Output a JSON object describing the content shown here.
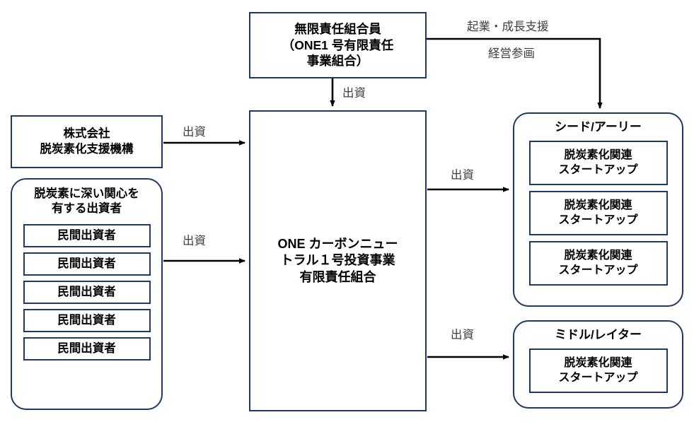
{
  "diagram": {
    "title": "ONE カーボンニュートラル1号投資事業有限責任組合 ファンドスキーム図",
    "border_color": "#203864",
    "label_color": "#404040",
    "background": "#ffffff"
  },
  "nodes": {
    "gp": {
      "line1": "無限責任組合員",
      "line2": "（ONE1 号有限責任",
      "line3": "事業組合）"
    },
    "jicn": {
      "line1": "株式会社",
      "line2": "脱炭素化支援機構"
    },
    "investors_group": {
      "title_line1": "脱炭素に深い関心を",
      "title_line2": "有する出資者",
      "items": [
        {
          "label": "民間出資者"
        },
        {
          "label": "民間出資者"
        },
        {
          "label": "民間出資者"
        },
        {
          "label": "民間出資者"
        },
        {
          "label": "民間出資者"
        }
      ]
    },
    "fund": {
      "line1": "ONE カーボンニュー",
      "line2": "トラル１号投資事業",
      "line3": "有限責任組合"
    },
    "seed_group": {
      "title": "シード/アーリー",
      "items": [
        {
          "line1": "脱炭素化関連",
          "line2": "スタートアップ"
        },
        {
          "line1": "脱炭素化関連",
          "line2": "スタートアップ"
        },
        {
          "line1": "脱炭素化関連",
          "line2": "スタートアップ"
        }
      ]
    },
    "middle_group": {
      "title": "ミドル/レイター",
      "items": [
        {
          "line1": "脱炭素化関連",
          "line2": "スタートアップ"
        }
      ]
    }
  },
  "edges": {
    "gp_to_seed_label1": "起業・成長支援",
    "gp_to_seed_label2": "経営参画",
    "gp_to_fund_label": "出資",
    "jicn_to_fund_label": "出資",
    "investors_to_fund_label": "出資",
    "fund_to_seed_label": "出資",
    "fund_to_middle_label": "出資"
  }
}
